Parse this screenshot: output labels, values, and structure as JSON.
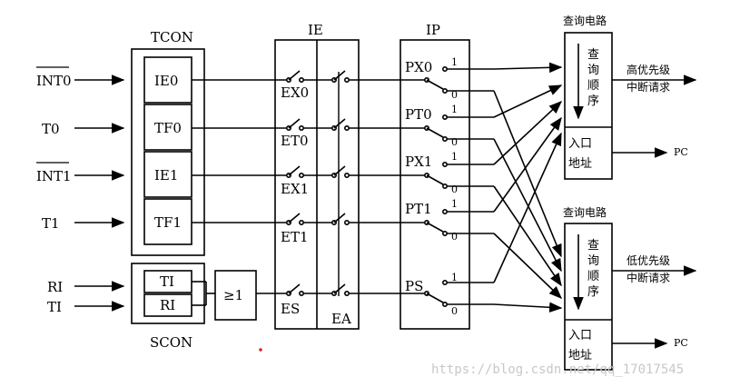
{
  "inputs": {
    "int0": "INT0",
    "t0": "T0",
    "int1": "INT1",
    "t1": "T1",
    "ri": "RI",
    "ti": "TI"
  },
  "tcon": {
    "title": "TCON",
    "flags": [
      "IE0",
      "TF0",
      "IE1",
      "TF1"
    ]
  },
  "scon": {
    "title": "SCON",
    "flags": [
      "TI",
      "RI"
    ]
  },
  "or_gate": "≥1",
  "ie": {
    "title": "IE",
    "switches": [
      "EX0",
      "ET0",
      "EX1",
      "ET1",
      "ES"
    ],
    "global": "EA"
  },
  "ip": {
    "title": "IP",
    "bits": [
      "PX0",
      "PT0",
      "PX1",
      "PT1",
      "PS"
    ],
    "one": "1",
    "zero": "0"
  },
  "query_upper": {
    "title": "查询电路",
    "order": [
      "查",
      "询",
      "顺",
      "序"
    ],
    "addr": [
      "入口",
      "地址"
    ],
    "request": [
      "高优先级",
      "中断请求"
    ],
    "pc": "PC"
  },
  "query_lower": {
    "title": "查询电路",
    "order": [
      "查",
      "询",
      "顺",
      "序"
    ],
    "addr": [
      "入口",
      "地址"
    ],
    "request": [
      "低优先级",
      "中断请求"
    ],
    "pc": "PC"
  },
  "watermark": "https://blog.csdn.net/qq_17017545"
}
